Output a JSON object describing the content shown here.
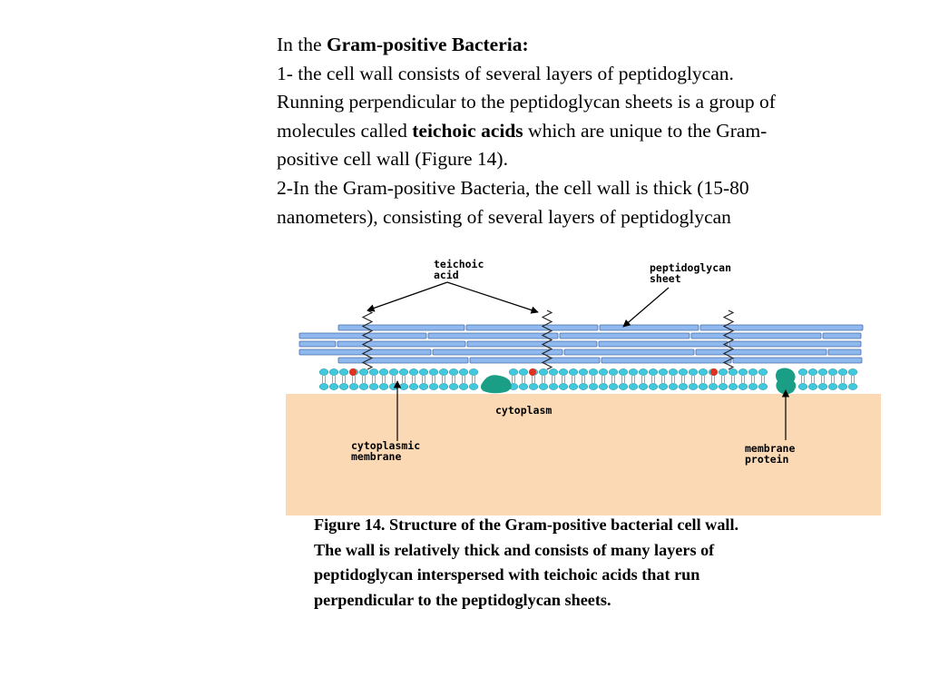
{
  "intro": {
    "line1_prefix": "In the ",
    "line1_bold": "Gram-positive Bacteria:",
    "line2": "1- the cell wall consists of several layers of peptidoglycan.",
    "line3": "Running perpendicular to the peptidoglycan sheets is a group of",
    "line4_prefix": "molecules called ",
    "line4_bold": "teichoic acids",
    "line4_suffix": " which are unique to the Gram-",
    "line5": "positive cell wall (Figure 14).",
    "line6": "2-In the Gram-positive Bacteria, the cell wall is thick (15-80",
    "line7": "nanometers), consisting of several layers of peptidoglycan"
  },
  "diagram": {
    "labels": {
      "teichoic_acid": [
        "teichoic",
        "acid"
      ],
      "peptidoglycan_sheet": [
        "peptidoglycan",
        "sheet"
      ],
      "cytoplasm": "cytoplasm",
      "cytoplasmic_membrane": [
        "cytoplasmic",
        "membrane"
      ],
      "membrane_protein": [
        "membrane",
        "protein"
      ]
    },
    "colors": {
      "sheet_fill": "#8fb8ee",
      "sheet_stroke": "#4a6fa8",
      "lipid_head": "#40c8dc",
      "protein": "#1a9e86",
      "anchor": "#e03020",
      "cytoplasm": "#fbd9b5"
    }
  },
  "caption": {
    "line1": "Figure 14.  Structure of the Gram-positive bacterial cell wall.",
    "line2": "The wall is relatively thick and consists of many layers of",
    "line3": "peptidoglycan interspersed with teichoic acids that run",
    "line4": "perpendicular to the peptidoglycan sheets."
  }
}
